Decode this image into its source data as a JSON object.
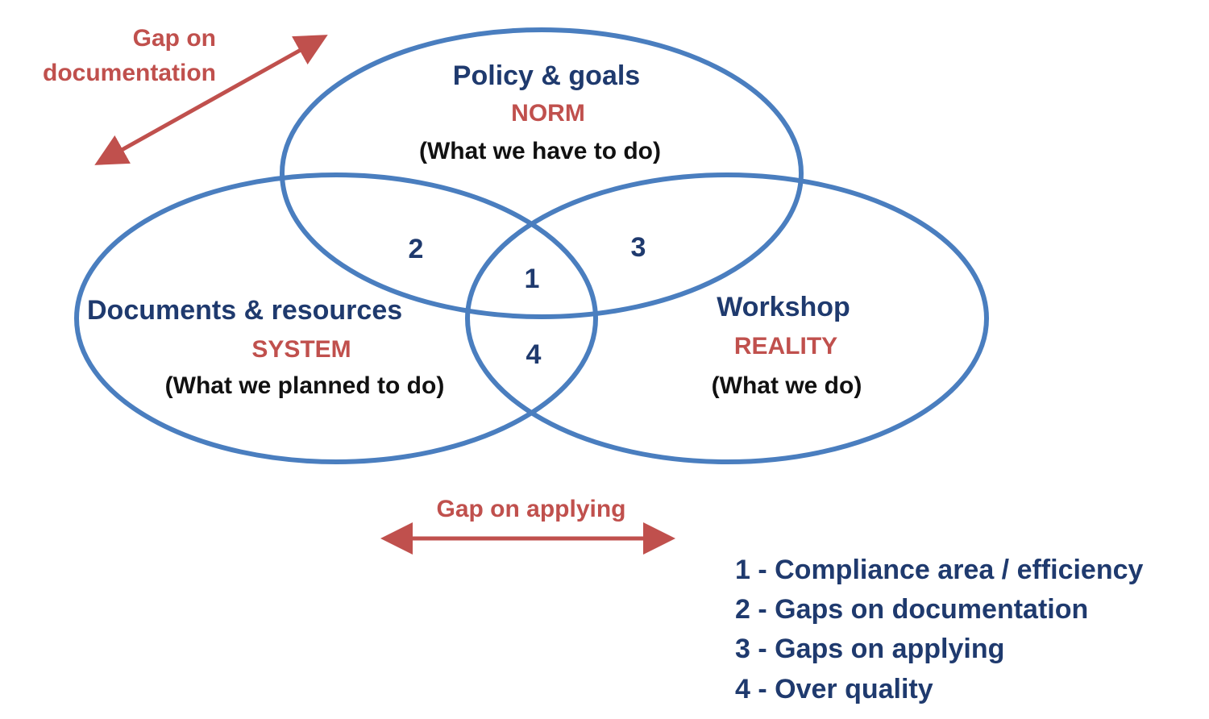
{
  "colors": {
    "ring": "#4a7ebf",
    "navy": "#1f3a6e",
    "red": "#c0504d",
    "black": "#111111"
  },
  "circles": {
    "norm": {
      "title": "Policy & goals",
      "tag": "NORM",
      "subtitle": "(What we have to do)"
    },
    "system": {
      "title": "Documents & resources",
      "tag": "SYSTEM",
      "subtitle": "(What we planned to do)"
    },
    "reality": {
      "title": "Workshop",
      "tag": "REALITY",
      "subtitle": "(What we do)"
    }
  },
  "regions": {
    "r1": "1",
    "r2": "2",
    "r3": "3",
    "r4": "4"
  },
  "gaps": {
    "documentation_line1": "Gap on",
    "documentation_line2": "documentation",
    "applying": "Gap on applying"
  },
  "legend": [
    "1 - Compliance area / efficiency",
    "2 - Gaps on documentation",
    "3 - Gaps on applying",
    "4 - Over quality"
  ]
}
